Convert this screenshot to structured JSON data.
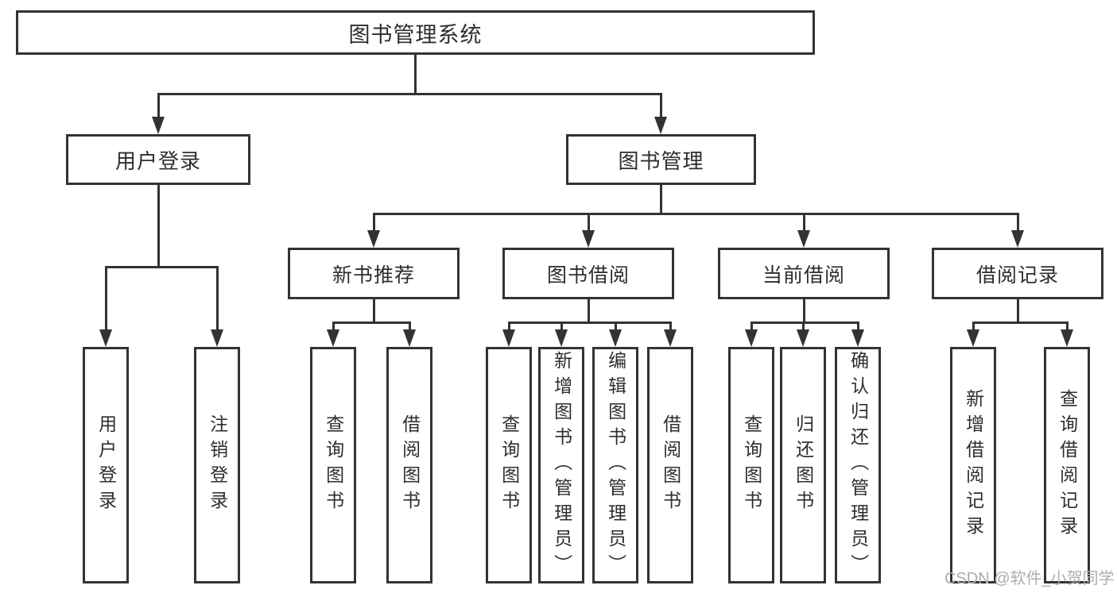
{
  "diagram_title": "图书管理系统",
  "nodes": {
    "root": "图书管理系统",
    "level2": [
      "用户登录",
      "图书管理"
    ],
    "level3": [
      "新书推荐",
      "图书借阅",
      "当前借阅",
      "借阅记录"
    ],
    "leaves": [
      "用户登录",
      "注销登录",
      "查询图书",
      "借阅图书",
      "查询图书",
      "新增图书（管理员）",
      "编辑图书（管理员）",
      "借阅图书",
      "查询图书",
      "归还图书",
      "确认归还（管理员）",
      "新增借阅记录",
      "查询借阅记录"
    ]
  },
  "watermark": "CSDN @软件_小贺同学",
  "colors": {
    "line": "#333333",
    "box_fill": "#ffffff",
    "text": "#2e2e2e",
    "watermark": "#adadad",
    "background": "#ffffff"
  }
}
